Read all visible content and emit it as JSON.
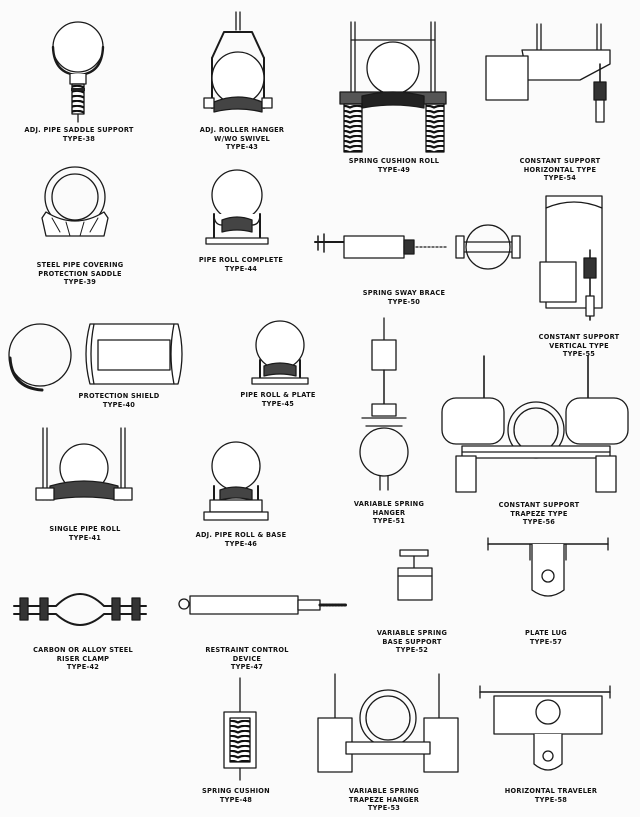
{
  "items": [
    {
      "id": "type-38",
      "lines": [
        "ADJ. PIPE SADDLE SUPPORT",
        "TYPE-38"
      ]
    },
    {
      "id": "type-43",
      "lines": [
        "ADJ. ROLLER HANGER",
        "W/WO SWIVEL",
        "TYPE-43"
      ]
    },
    {
      "id": "type-49",
      "lines": [
        "SPRING CUSHION ROLL",
        "TYPE-49"
      ]
    },
    {
      "id": "type-54",
      "lines": [
        "CONSTANT SUPPORT",
        "HORIZONTAL TYPE",
        "TYPE-54"
      ]
    },
    {
      "id": "type-39",
      "lines": [
        "STEEL PIPE COVERING",
        "PROTECTION SADDLE",
        "TYPE-39"
      ]
    },
    {
      "id": "type-44",
      "lines": [
        "PIPE ROLL COMPLETE",
        "TYPE-44"
      ]
    },
    {
      "id": "type-50",
      "lines": [
        "SPRING SWAY BRACE",
        "TYPE-50"
      ]
    },
    {
      "id": "type-55",
      "lines": [
        "CONSTANT SUPPORT",
        "VERTICAL TYPE",
        "TYPE-55"
      ]
    },
    {
      "id": "type-40",
      "lines": [
        "PROTECTION SHIELD",
        "TYPE-40"
      ]
    },
    {
      "id": "type-45",
      "lines": [
        "PIPE ROLL & PLATE",
        "TYPE-45"
      ]
    },
    {
      "id": "type-58",
      "lines": [
        "CONSTANT SUPPORT",
        "TRAPEZE TYPE",
        "TYPE-56"
      ]
    },
    {
      "id": "type-41",
      "lines": [
        "SINGLE PIPE ROLL",
        "TYPE-41"
      ]
    },
    {
      "id": "type-46",
      "lines": [
        "ADJ. PIPE ROLL & BASE",
        "TYPE-46"
      ]
    },
    {
      "id": "type-51",
      "lines": [
        "VARIABLE SPRING",
        "HANGER",
        "TYPE-51"
      ]
    },
    {
      "id": "type-42",
      "lines": [
        "CARBON OR ALLOY STEEL",
        "RISER CLAMP",
        "TYPE-42"
      ]
    },
    {
      "id": "type-47",
      "lines": [
        "RESTRAINT CONTROL",
        "DEVICE",
        "TYPE-47"
      ]
    },
    {
      "id": "type-52",
      "lines": [
        "VARIABLE SPRING",
        "BASE SUPPORT",
        "TYPE-52"
      ]
    },
    {
      "id": "type-57",
      "lines": [
        "PLATE LUG",
        "TYPE-57"
      ]
    },
    {
      "id": "type-48",
      "lines": [
        "SPRING CUSHION",
        "TYPE-48"
      ]
    },
    {
      "id": "type-53",
      "lines": [
        "VARIABLE SPRING",
        "TRAPEZE HANGER",
        "TYPE-53"
      ]
    },
    {
      "id": "type-58b",
      "lines": [
        "HORIZONTAL TRAVELER",
        "TYPE-58"
      ]
    }
  ]
}
